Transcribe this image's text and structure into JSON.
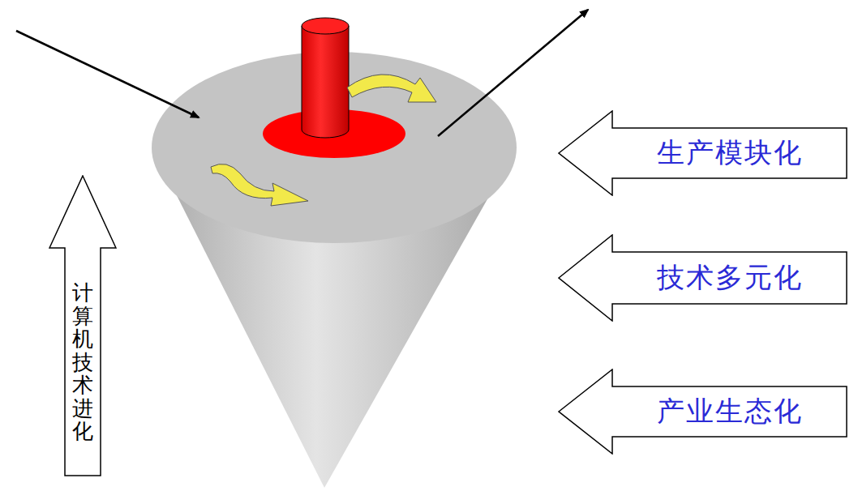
{
  "diagram": {
    "nodes": [
      {
        "text": [
          "计算机技术进化"
        ]
      },
      {
        "text": [
          "生产模块化"
        ]
      },
      {
        "text": [
          "技术多元化"
        ]
      },
      {
        "text": [
          "产业生态化"
        ]
      }
    ]
  }
}
